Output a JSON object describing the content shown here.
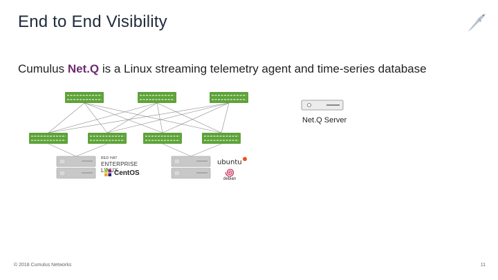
{
  "slide": {
    "title": "End to End Visibility",
    "subtitle_prefix": "Cumulus ",
    "subtitle_highlight": "Net.Q",
    "subtitle_suffix": " is a Linux streaming telemetry agent and time-series database",
    "server_label": "Net.Q Server",
    "os_labels": {
      "redhat_small": "RED HAT",
      "redhat_big": "ENTERPRISE LINUX",
      "centos": "CentOS",
      "ubuntu": "ubuntu",
      "debian": "debian"
    },
    "footer": "© 2018 Cumulus Networks",
    "page_number": "11"
  },
  "colors": {
    "switch_green": "#5ea33a",
    "highlight_purple": "#6b2d6f",
    "link_gray": "#8a8a8a",
    "server_gray": "#c8c8c8"
  },
  "icons": [
    "cumulus-bird-logo-icon",
    "spine-switch-icon",
    "leaf-switch-icon",
    "rack-server-icon",
    "netq-server-icon",
    "centos-icon",
    "debian-swirl-icon"
  ]
}
